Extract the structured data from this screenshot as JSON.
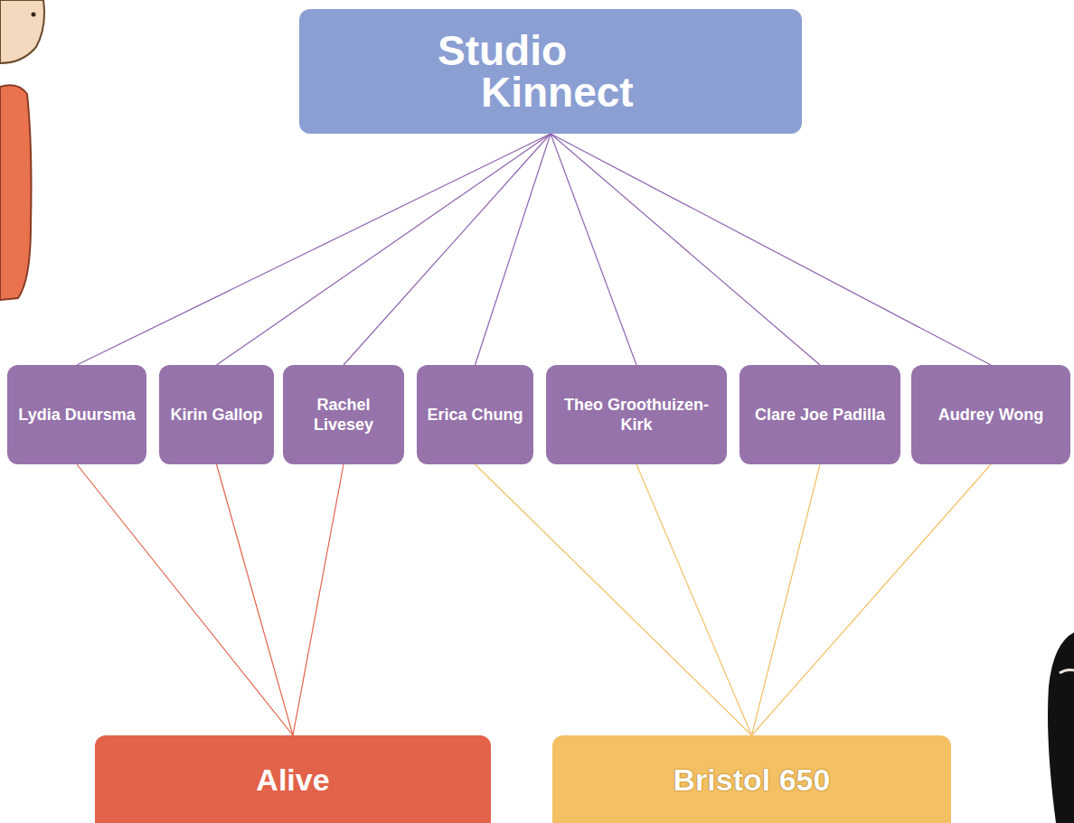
{
  "diagram": {
    "nodes": [
      {
        "text": [
          "Studio Kinnect"
        ]
      },
      {
        "text": [
          "Lydia Duursma"
        ]
      },
      {
        "text": [
          "Kirin Gallop"
        ]
      },
      {
        "text": [
          "Rachel Livesey"
        ]
      },
      {
        "text": [
          "Erica Chung"
        ]
      },
      {
        "text": [
          "Theo Groothuizen-Kirk"
        ]
      },
      {
        "text": [
          "Clare Joe Padilla"
        ]
      },
      {
        "text": [
          "Audrey Wong"
        ]
      },
      {
        "text": [
          "Alive"
        ]
      },
      {
        "text": [
          "Bristol 650"
        ]
      }
    ],
    "edges": [
      {
        "from": 0,
        "to": 1,
        "arrow": "none"
      },
      {
        "from": 0,
        "to": 2,
        "arrow": "none"
      },
      {
        "from": 0,
        "to": 3,
        "arrow": "none"
      },
      {
        "from": 0,
        "to": 4,
        "arrow": "none"
      },
      {
        "from": 0,
        "to": 5,
        "arrow": "none"
      },
      {
        "from": 0,
        "to": 6,
        "arrow": "none"
      },
      {
        "from": 0,
        "to": 7,
        "arrow": "none"
      },
      {
        "from": 1,
        "to": 8,
        "arrow": "none"
      },
      {
        "from": 2,
        "to": 8,
        "arrow": "none"
      },
      {
        "from": 3,
        "to": 8,
        "arrow": "none"
      },
      {
        "from": 4,
        "to": 9,
        "arrow": "none"
      },
      {
        "from": 5,
        "to": 9,
        "arrow": "none"
      },
      {
        "from": 6,
        "to": 9,
        "arrow": "none"
      },
      {
        "from": 7,
        "to": 9,
        "arrow": "none"
      }
    ]
  }
}
